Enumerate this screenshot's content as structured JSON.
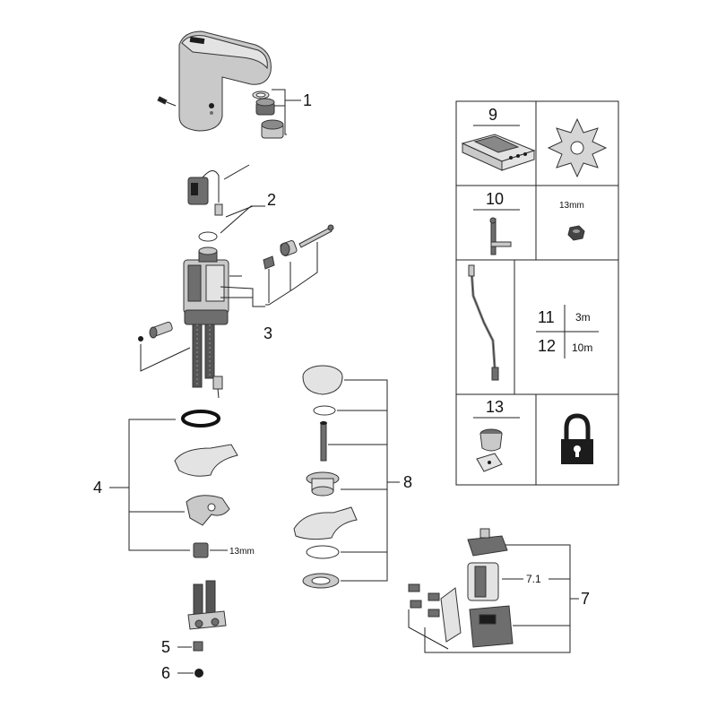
{
  "callouts": {
    "c1": "1",
    "c2": "2",
    "c3": "3",
    "c4": "4",
    "c5": "5",
    "c6": "6",
    "c7": "7",
    "c71": "7.1",
    "c8": "8"
  },
  "dimension_labels": {
    "nut_size_main": "13mm",
    "nut_size_table": "13mm"
  },
  "table": {
    "row9_label": "9",
    "row10_label": "10",
    "row11_label": "11",
    "row11_length": "3m",
    "row12_label": "12",
    "row12_length": "10m",
    "row13_label": "13"
  },
  "icons": {
    "remote": "remote-control-icon",
    "star": "star-gear-icon",
    "key": "key-tool-icon",
    "nut": "hex-nut-icon",
    "cable": "cable-icon",
    "cap": "cap-icon",
    "lock": "padlock-icon"
  },
  "colors": {
    "line": "#222222",
    "part_fill": "#c9c9c9",
    "dark": "#1c1c1c"
  }
}
